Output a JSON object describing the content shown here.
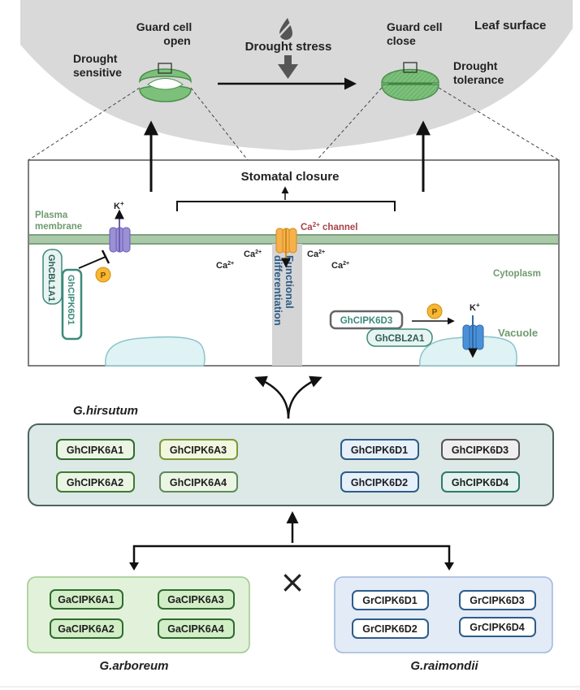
{
  "top": {
    "leaf_surface": "Leaf surface",
    "drought_stress": "Drought stress",
    "guard_open_line1": "Guard cell",
    "guard_open_line2": "open",
    "guard_close_line1": "Guard cell",
    "guard_close_line2": "close",
    "sensitive_line1": "Drought",
    "sensitive_line2": "sensitive",
    "tolerance_line1": "Drought",
    "tolerance_line2": "tolerance"
  },
  "cell": {
    "stomatal_closure": "Stomatal closure",
    "plasma_line1": "Plasma",
    "plasma_line2": "membrane",
    "potassium": "K",
    "potassium_sup": "+",
    "ca_channel_prefix": "Ca",
    "ca_channel_sup": "2+",
    "ca_channel_suffix": " channel",
    "calcium": "Ca",
    "calcium_sup": "2+",
    "cytoplasm": "Cytoplasm",
    "vacuole": "Vacuole",
    "functional_line1": "Functional",
    "functional_line2": "differentiation",
    "phosphate": "P",
    "cbl1a1": "GhCBL1A1",
    "cipk6d1": "GhCIPK6D1",
    "cipk6d3": "GhCIPK6D3",
    "cbl2a1": "GhCBL2A1"
  },
  "hirsutum": {
    "title": "G.hirsutum",
    "a_genes": [
      "GhCIPK6A1",
      "GhCIPK6A3",
      "GhCIPK6A2",
      "GhCIPK6A4"
    ],
    "d_genes": [
      "GhCIPK6D1",
      "GhCIPK6D3",
      "GhCIPK6D2",
      "GhCIPK6D4"
    ]
  },
  "cross_symbol": "×",
  "arboreum": {
    "title": "G.arboreum",
    "genes": [
      "GaCIPK6A1",
      "GaCIPK6A3",
      "GaCIPK6A2",
      "GaCIPK6A4"
    ]
  },
  "raimondii": {
    "title": "G.raimondii",
    "genes": [
      "GrCIPK6D1",
      "GrCIPK6D3",
      "GrCIPK6D2",
      "GrCIPK6D4"
    ]
  },
  "colors": {
    "leaf_gray": "#d9d9d9",
    "cell_border": "#555555",
    "membrane": "#8fb08f",
    "hirsutum_bg": "#dde9e6",
    "arboreum_bg": "#e2f1d9",
    "raimondii_bg": "#e3ebf7",
    "a_green": "#2f6b2f",
    "d_blue": "#2d5d8a",
    "teal": "#3d8a7a"
  }
}
